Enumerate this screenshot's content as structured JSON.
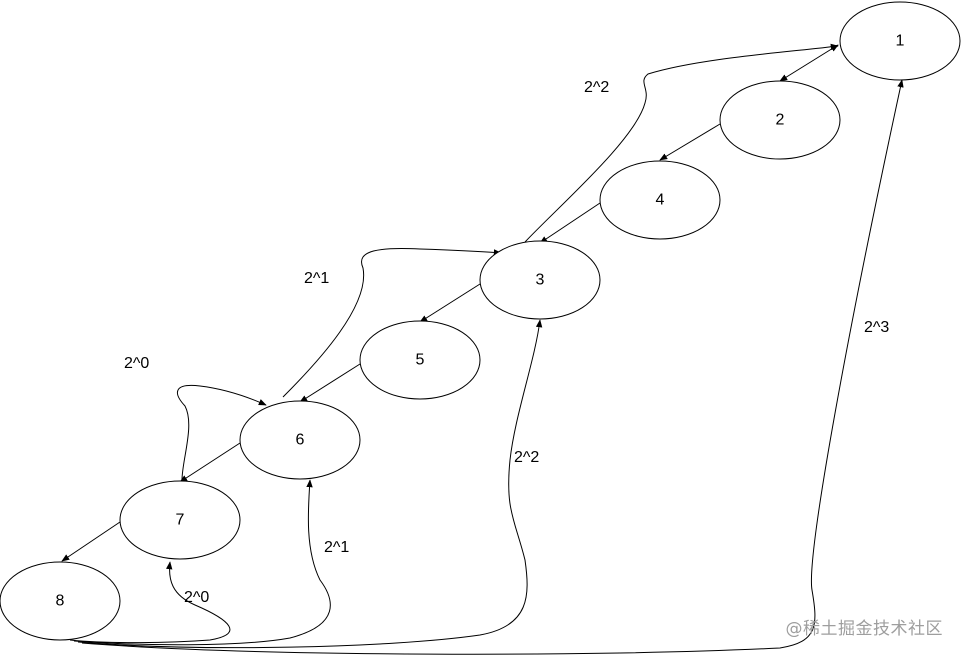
{
  "nodes": [
    {
      "id": "1",
      "label": "1"
    },
    {
      "id": "2",
      "label": "2"
    },
    {
      "id": "4",
      "label": "4"
    },
    {
      "id": "3",
      "label": "3"
    },
    {
      "id": "5",
      "label": "5"
    },
    {
      "id": "6",
      "label": "6"
    },
    {
      "id": "7",
      "label": "7"
    },
    {
      "id": "8",
      "label": "8"
    }
  ],
  "edges": [
    {
      "from": "1",
      "to": "2",
      "label": ""
    },
    {
      "from": "2",
      "to": "4",
      "label": ""
    },
    {
      "from": "4",
      "to": "3",
      "label": ""
    },
    {
      "from": "3",
      "to": "5",
      "label": ""
    },
    {
      "from": "5",
      "to": "6",
      "label": ""
    },
    {
      "from": "6",
      "to": "7",
      "label": ""
    },
    {
      "from": "7",
      "to": "8",
      "label": ""
    },
    {
      "from": "3",
      "to": "1",
      "label": "2^2"
    },
    {
      "from": "6",
      "to": "3",
      "label": "2^1"
    },
    {
      "from": "7",
      "to": "6",
      "label": "2^0"
    },
    {
      "from": "8",
      "to": "7",
      "label": "2^0"
    },
    {
      "from": "8",
      "to": "6",
      "label": "2^1"
    },
    {
      "from": "8",
      "to": "3",
      "label": "2^2"
    },
    {
      "from": "8",
      "to": "1",
      "label": "2^3"
    }
  ],
  "watermark": "@稀土掘金技术社区"
}
